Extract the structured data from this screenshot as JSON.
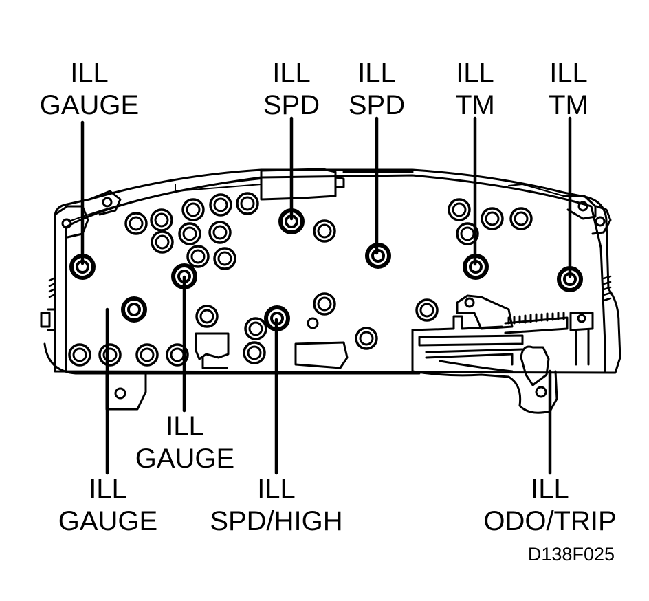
{
  "labels": {
    "gauge_top": {
      "line1": "ILL",
      "line2": "GAUGE"
    },
    "spd_a": {
      "line1": "ILL",
      "line2": "SPD"
    },
    "spd_b": {
      "line1": "ILL",
      "line2": "SPD"
    },
    "tm_a": {
      "line1": "ILL",
      "line2": "TM"
    },
    "tm_b": {
      "line1": "ILL",
      "line2": "TM"
    },
    "gauge_mid": {
      "line1": "ILL",
      "line2": "GAUGE"
    },
    "gauge_low": {
      "line1": "ILL",
      "line2": "GAUGE"
    },
    "spd_high": {
      "line1": "ILL",
      "line2": "SPD/HIGH"
    },
    "odo_trip": {
      "line1": "ILL",
      "line2": "ODO/TRIP"
    }
  },
  "figure_code": "D138F025",
  "colors": {
    "line": "#000000",
    "background": "#ffffff"
  }
}
